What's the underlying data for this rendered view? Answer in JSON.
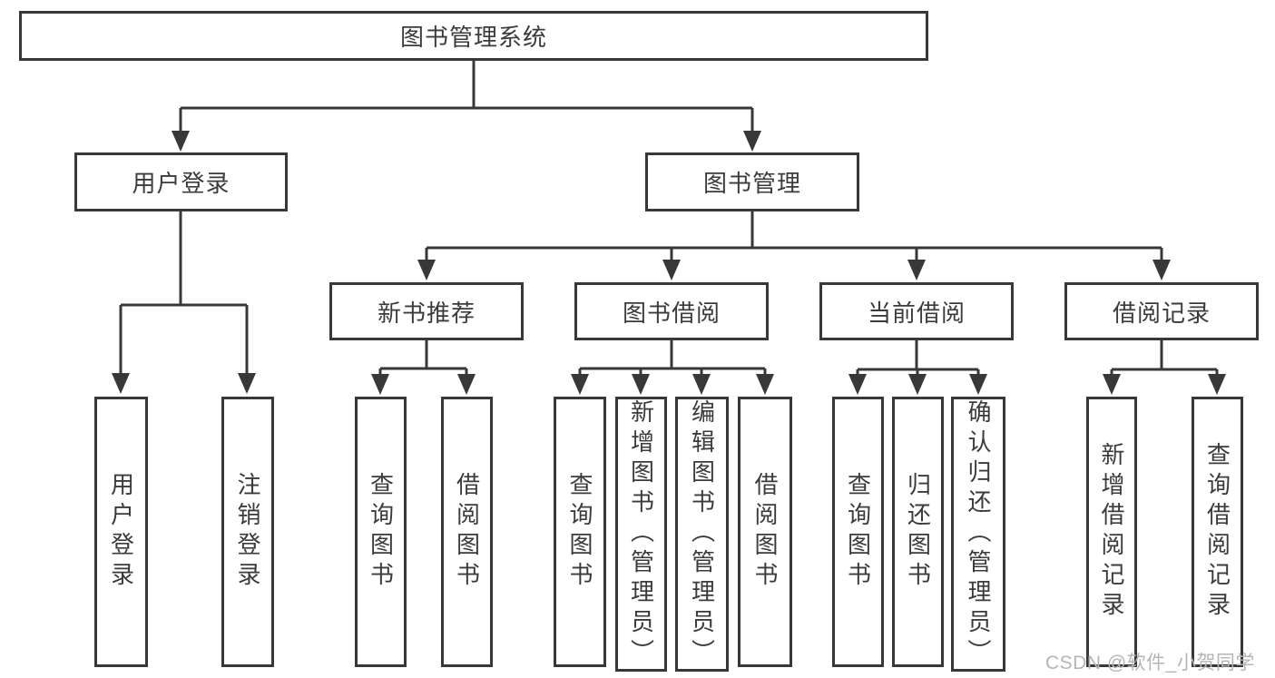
{
  "nodes": {
    "root": "图书管理系统",
    "user_login": "用户登录",
    "book_management": "图书管理",
    "new_book_recommend": "新书推荐",
    "book_borrow": "图书借阅",
    "current_borrow": "当前借阅",
    "borrow_records": "借阅记录",
    "leaf_user_login": "用户登录",
    "leaf_logout": "注销登录",
    "leaf_nbr_query_books": "查询图书",
    "leaf_nbr_borrow_books": "借阅图书",
    "leaf_bb_query_books": "查询图书",
    "leaf_bb_add_books": "新增图书（管理员）",
    "leaf_bb_edit_books": "编辑图书（管理员）",
    "leaf_bb_borrow_books": "借阅图书",
    "leaf_cb_query_books": "查询图书",
    "leaf_cb_return_books": "归还图书",
    "leaf_cb_confirm_return": "确认归还（管理员）",
    "leaf_br_add_record": "新增借阅记录",
    "leaf_br_query_record": "查询借阅记录"
  },
  "watermark": {
    "text": "CSDN @软件_小贺同学",
    "color": "#b5b5b5"
  },
  "colors": {
    "line": "#383838",
    "text": "#3b3b3b",
    "background": "#ffffff"
  }
}
